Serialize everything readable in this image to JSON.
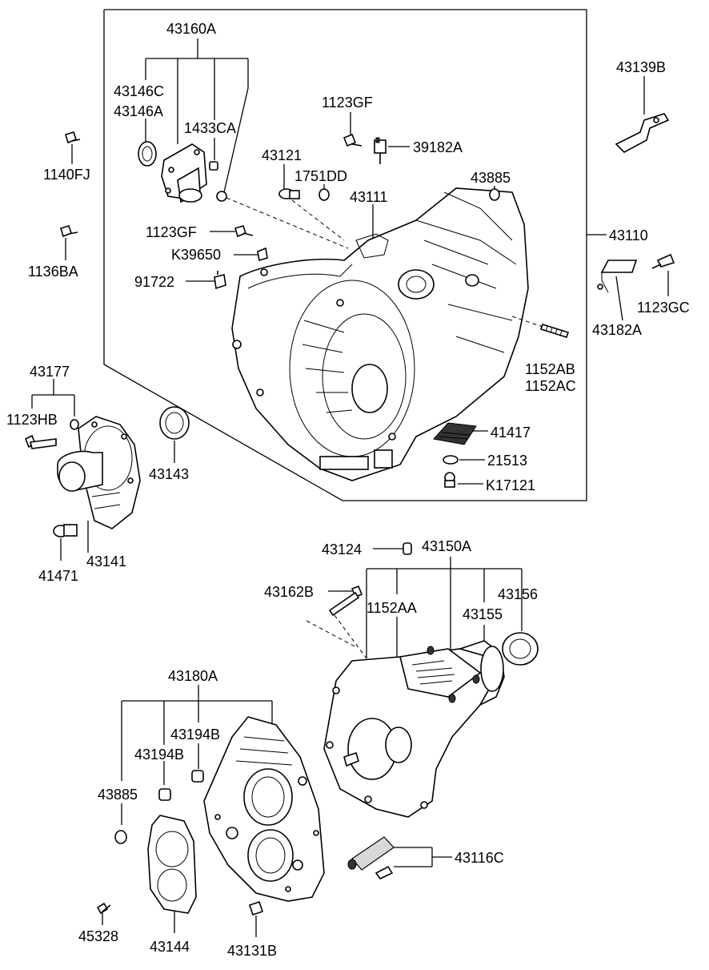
{
  "labels": {
    "l43160A": "43160A",
    "l43146C": "43146C",
    "l43146A": "43146A",
    "l1433CA": "1433CA",
    "l1123GF_top": "1123GF",
    "l39182A": "39182A",
    "l43121": "43121",
    "l1751DD": "1751DD",
    "l43111": "43111",
    "l43885_top": "43885",
    "l43139B": "43139B",
    "l1140FJ": "1140FJ",
    "l1123GF_mid": "1123GF",
    "lK39650": "K39650",
    "l91722": "91722",
    "l43110": "43110",
    "l1136BA": "1136BA",
    "l1123GC": "1123GC",
    "l43182A": "43182A",
    "l1152AB": "1152AB",
    "l1152AC": "1152AC",
    "l43177": "43177",
    "l1123HB": "1123HB",
    "l43143": "43143",
    "l41417": "41417",
    "l21513": "21513",
    "lK17121": "K17121",
    "l41471": "41471",
    "l43141": "43141",
    "l43124": "43124",
    "l43150A": "43150A",
    "l43162B": "43162B",
    "l1152AA": "1152AA",
    "l43156": "43156",
    "l43155": "43155",
    "l43180A": "43180A",
    "l43194B_a": "43194B",
    "l43194B_b": "43194B",
    "l43885_bot": "43885",
    "l43116C": "43116C",
    "l45328": "45328",
    "l43144": "43144",
    "l43131B": "43131B"
  }
}
